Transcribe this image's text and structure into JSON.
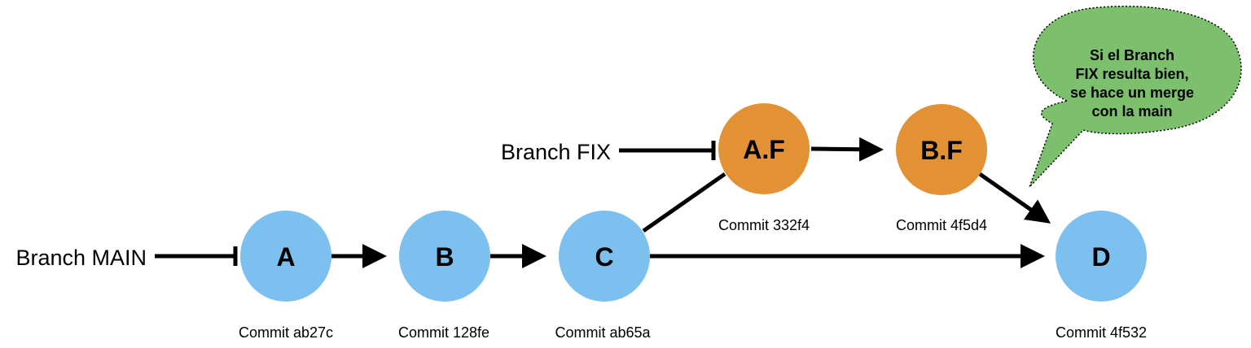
{
  "colors": {
    "main": "#7cc0f0",
    "fix": "#e29134",
    "bubble": "#7cbf6d",
    "line": "#000000"
  },
  "branches": {
    "main": "Branch MAIN",
    "fix": "Branch FIX"
  },
  "nodes": [
    {
      "id": "A",
      "label": "A",
      "commit": "Commit ab27c",
      "branch": "main"
    },
    {
      "id": "B",
      "label": "B",
      "commit": "Commit 128fe",
      "branch": "main"
    },
    {
      "id": "C",
      "label": "C",
      "commit": "Commit ab65a",
      "branch": "main"
    },
    {
      "id": "AF",
      "label": "A.F",
      "commit": "Commit 332f4",
      "branch": "fix"
    },
    {
      "id": "BF",
      "label": "B.F",
      "commit": "Commit 4f5d4",
      "branch": "fix"
    },
    {
      "id": "D",
      "label": "D",
      "commit": "Commit 4f532",
      "branch": "main"
    }
  ],
  "bubble": {
    "lines": [
      "Si el Branch",
      "FIX resulta bien,",
      "se hace un merge",
      "con la main"
    ]
  }
}
